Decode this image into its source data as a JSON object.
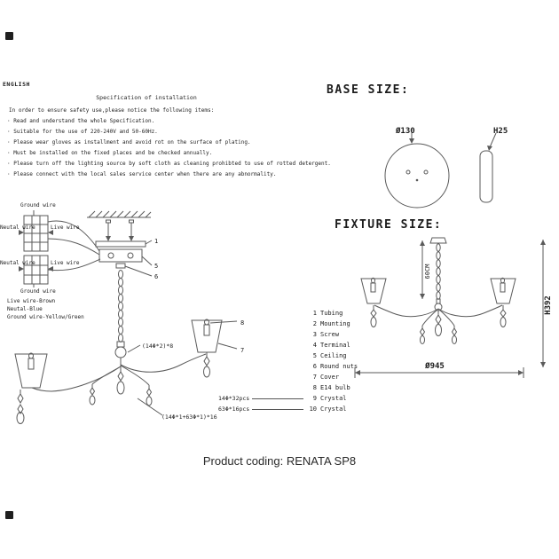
{
  "page": {
    "language_label": "ENGLISH",
    "product_coding": "Product coding: RENATA SP8"
  },
  "colors": {
    "ink": "#1c1c1c",
    "line": "#5a5a5a",
    "background": "#ffffff"
  },
  "specification": {
    "title": "Specification of installation",
    "intro": "In order to ensure safety use,please notice the following items:",
    "items": [
      "Read and understand the whole Specification.",
      "Suitable for the use of 220-240V and 50-60Hz.",
      "Please wear gloves as installment and avoid rot on the surface of plating.",
      "Must be installed on the fixed places and be checked annually.",
      "Please turn off the lighting source by soft cloth as cleaning prohibted to use of rotted detergent.",
      "Please connect with the local sales service center when there are any abnormality."
    ]
  },
  "base_size": {
    "title": "BASE SIZE:",
    "diameter_label": "Ø130",
    "height_label": "H25"
  },
  "fixture_size": {
    "title": "FIXTURE SIZE:",
    "chain_label": "60CM",
    "height_label": "H392",
    "diameter_label": "Ø945"
  },
  "wiring": {
    "ground_top": "Ground wire",
    "neutral_top": "Neutal wire",
    "live_top": "Live wire",
    "neutral_bottom": "Neutal wire",
    "live_bottom": "Live wire",
    "ground_bottom": "Ground wire",
    "legend": [
      "Live wire-Brown",
      "Neutal-Blue",
      "Ground wire-Yellow/Green"
    ]
  },
  "parts": [
    {
      "num": "1",
      "label": "Tubing"
    },
    {
      "num": "2",
      "label": "Mounting"
    },
    {
      "num": "3",
      "label": "Screw"
    },
    {
      "num": "4",
      "label": "Terminal"
    },
    {
      "num": "5",
      "label": "Ceiling"
    },
    {
      "num": "6",
      "label": "Round nuts"
    },
    {
      "num": "7",
      "label": "Cover"
    },
    {
      "num": "8",
      "label": "E14 bulb"
    },
    {
      "num": "9",
      "label": "Crystal",
      "qty": "14Φ*32pcs"
    },
    {
      "num": "10",
      "label": "Crystal",
      "qty": "63Φ*16pcs"
    }
  ],
  "annotations": {
    "arm_crystals": "(14Φ*2)*8",
    "pendant_crystals": "(14Φ*1+63Φ*1)*16"
  }
}
